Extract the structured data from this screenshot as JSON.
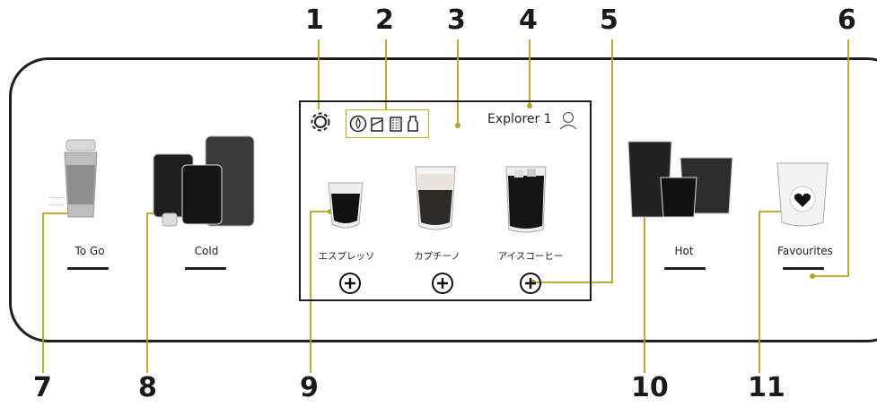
{
  "callouts": [
    "1",
    "2",
    "3",
    "4",
    "5",
    "6",
    "7",
    "8",
    "9",
    "10",
    "11"
  ],
  "panel_buttons": {
    "to_go": "To Go",
    "cold": "Cold",
    "hot": "Hot",
    "favourites": "Favourites"
  },
  "screen": {
    "profile_name": "Explorer 1",
    "drinks": [
      "エスプレッソ",
      "カプチーノ",
      "アイスコーヒー"
    ]
  },
  "icons": [
    "gear-icon",
    "water-drop-icon",
    "grounds-icon",
    "filter-icon",
    "milk-icon",
    "user-icon",
    "plus-icon",
    "heart-icon"
  ],
  "colors": {
    "callout_line": "#b5a21b",
    "outline": "#1e1e1e"
  }
}
